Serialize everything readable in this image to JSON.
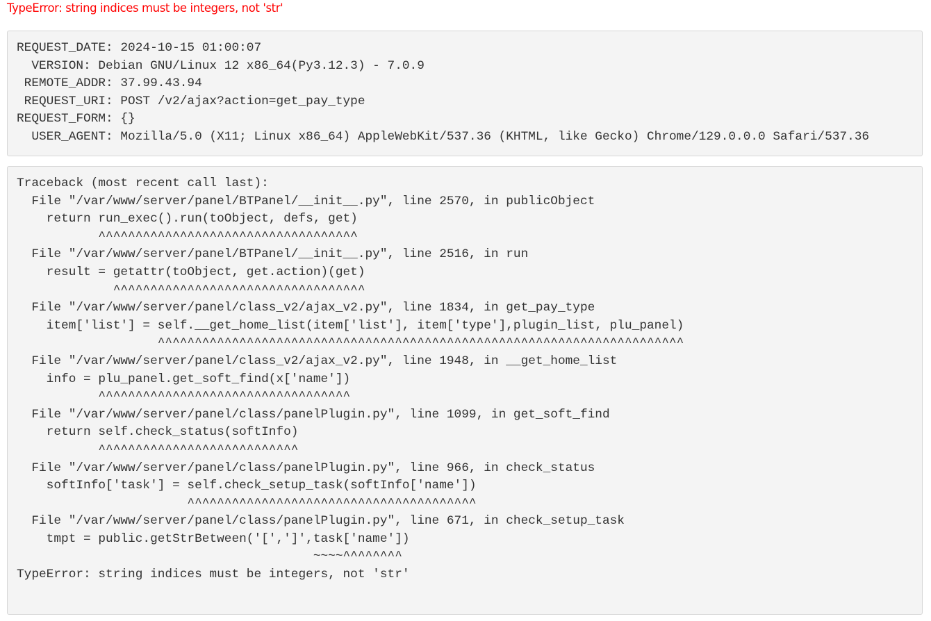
{
  "error_title": "TypeError: string indices must be integers, not 'str'",
  "request_info": [
    "REQUEST_DATE: 2024-10-15 01:00:07",
    "  VERSION: Debian GNU/Linux 12 x86_64(Py3.12.3) - 7.0.9",
    " REMOTE_ADDR: 37.99.43.94",
    " REQUEST_URI: POST /v2/ajax?action=get_pay_type",
    "REQUEST_FORM: {}",
    "  USER_AGENT: Mozilla/5.0 (X11; Linux x86_64) AppleWebKit/537.36 (KHTML, like Gecko) Chrome/129.0.0.0 Safari/537.36"
  ],
  "traceback": [
    "Traceback (most recent call last):",
    "  File \"/var/www/server/panel/BTPanel/__init__.py\", line 2570, in publicObject",
    "    return run_exec().run(toObject, defs, get)",
    "           ^^^^^^^^^^^^^^^^^^^^^^^^^^^^^^^^^^^",
    "  File \"/var/www/server/panel/BTPanel/__init__.py\", line 2516, in run",
    "    result = getattr(toObject, get.action)(get)",
    "             ^^^^^^^^^^^^^^^^^^^^^^^^^^^^^^^^^^",
    "  File \"/var/www/server/panel/class_v2/ajax_v2.py\", line 1834, in get_pay_type",
    "    item['list'] = self.__get_home_list(item['list'], item['type'],plugin_list, plu_panel)",
    "                   ^^^^^^^^^^^^^^^^^^^^^^^^^^^^^^^^^^^^^^^^^^^^^^^^^^^^^^^^^^^^^^^^^^^^^^^",
    "  File \"/var/www/server/panel/class_v2/ajax_v2.py\", line 1948, in __get_home_list",
    "    info = plu_panel.get_soft_find(x['name'])",
    "           ^^^^^^^^^^^^^^^^^^^^^^^^^^^^^^^^^^",
    "  File \"/var/www/server/panel/class/panelPlugin.py\", line 1099, in get_soft_find",
    "    return self.check_status(softInfo)",
    "           ^^^^^^^^^^^^^^^^^^^^^^^^^^^",
    "  File \"/var/www/server/panel/class/panelPlugin.py\", line 966, in check_status",
    "    softInfo['task'] = self.check_setup_task(softInfo['name'])",
    "                       ^^^^^^^^^^^^^^^^^^^^^^^^^^^^^^^^^^^^^^^",
    "  File \"/var/www/server/panel/class/panelPlugin.py\", line 671, in check_setup_task",
    "    tmpt = public.getStrBetween('[',']',task['name'])",
    "                                        ~~~~^^^^^^^^",
    "TypeError: string indices must be integers, not 'str'"
  ]
}
